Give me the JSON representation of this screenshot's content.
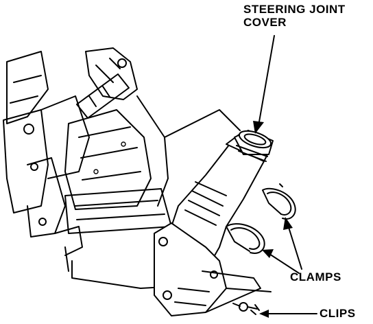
{
  "labels": {
    "steering_joint_cover_line1": "STEERING JOINT",
    "steering_joint_cover_line2": "COVER",
    "clamps": "CLAMPS",
    "clips": "CLIPS"
  },
  "colors": {
    "ink": "#000000",
    "paper": "#ffffff"
  }
}
